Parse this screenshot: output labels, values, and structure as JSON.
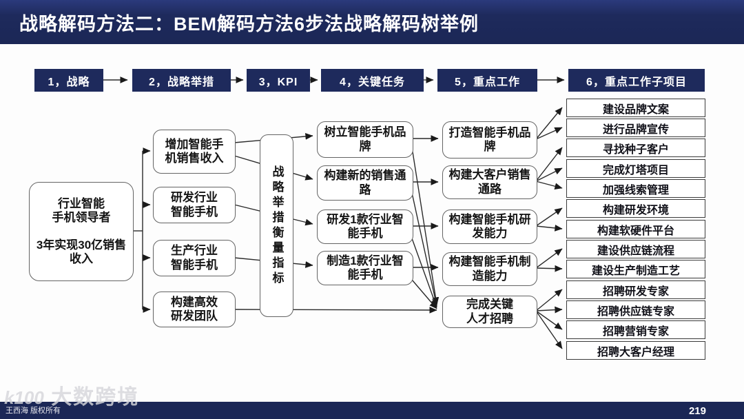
{
  "slide": {
    "title": "战略解码方法二：BEM解码方法6步法战略解码树举例",
    "page_number": "219",
    "copyright": "王西海 版权所有",
    "watermark_logo": "k100",
    "watermark_text": "大数跨境"
  },
  "steps": [
    "1，战略",
    "2，战略举措",
    "3，KPI",
    "4，关键任务",
    "5，重点工作",
    "6，重点工作子项目"
  ],
  "tree": {
    "strategy_goal": "行业智能\n手机领导者\n\n3年实现30亿销售\n收入",
    "initiatives": [
      "增加智能手\n机销售收入",
      "研发行业\n智能手机",
      "生产行业\n智能手机",
      "构建高效\n研发团队"
    ],
    "measure_axis": "战略举措衡量指标",
    "key_tasks": [
      "树立智能手机品\n牌",
      "构建新的销售通\n路",
      "研发1款行业智\n能手机",
      "制造1款行业智\n能手机"
    ],
    "key_works": [
      "打造智能手机品\n牌",
      "构建大客户销售\n通路",
      "构建智能手机研\n发能力",
      "构建智能手机制\n造能力",
      "完成关键\n人才招聘"
    ],
    "subprojects": [
      "建设品牌文案",
      "进行品牌宣传",
      "寻找种子客户",
      "完成灯塔项目",
      "加强线索管理",
      "构建研发环境",
      "构建软硬件平台",
      "建设供应链流程",
      "建设生产制造工艺",
      "招聘研发专家",
      "招聘供应链专家",
      "招聘营销专家",
      "招聘大客户经理"
    ]
  },
  "colors": {
    "navy": "#1e2a5c",
    "line": "#222222",
    "box_border": "#636363"
  }
}
